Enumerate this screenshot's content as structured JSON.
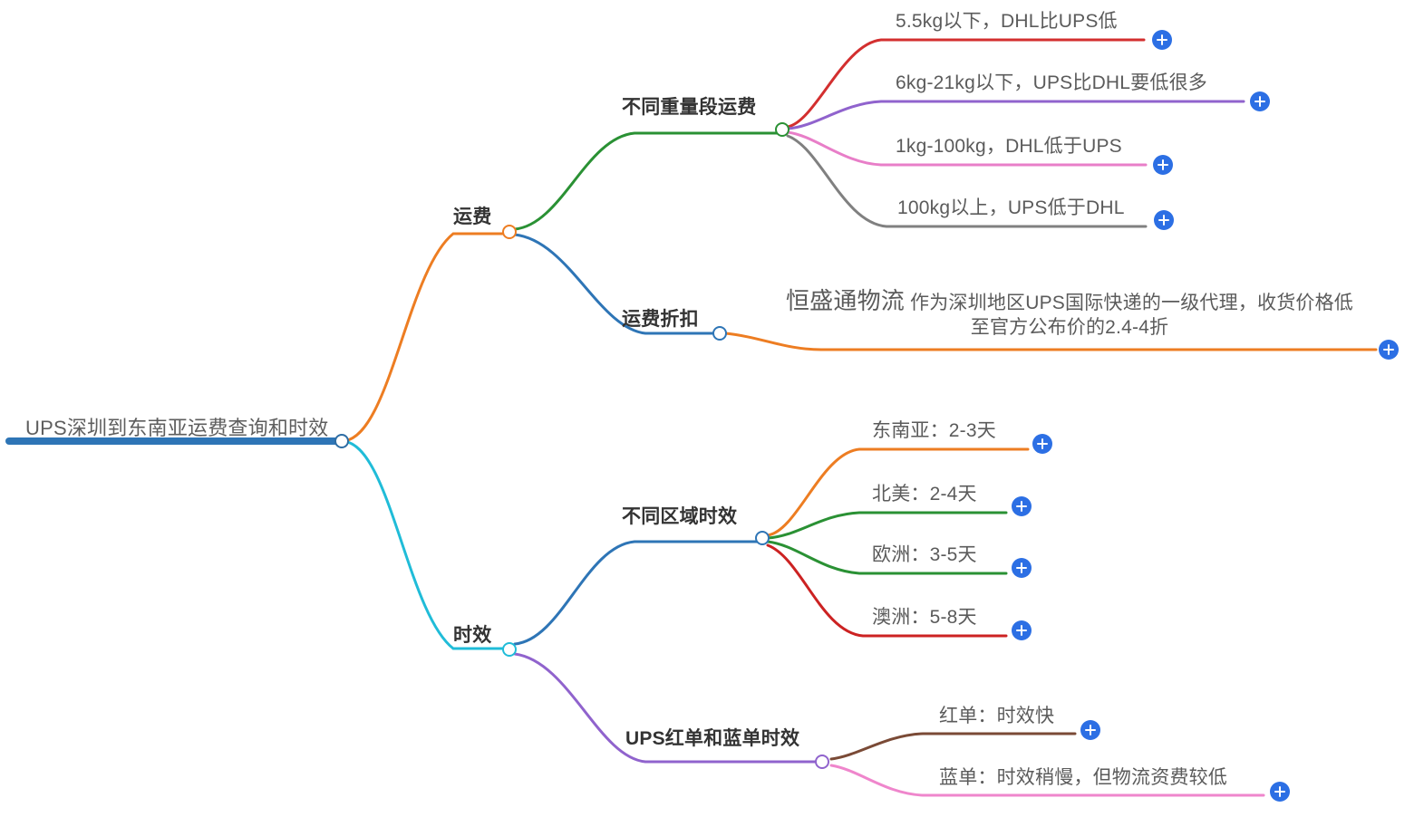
{
  "meta": {
    "background": "#ffffff",
    "plus_color": "#2c6fe4"
  },
  "root": {
    "label": "UPS深圳到东南亚运费查询和时效",
    "bar_color": "#2e75b6",
    "dot_color": "#2e6da4"
  },
  "branches": [
    {
      "label": "运费",
      "line_color": "#ed7d22",
      "dot_color": "#ed7d22",
      "children": [
        {
          "label": "不同重量段运费",
          "line_color": "#2a9134",
          "dot_color": "#2a9134",
          "leaves": [
            {
              "label": "5.5kg以下，DHL比UPS低",
              "line_color": "#d32f2f",
              "plus": "expand-icon"
            },
            {
              "label": "6kg-21kg以下，UPS比DHL要低很多",
              "line_color": "#9063cd",
              "plus": "expand-icon"
            },
            {
              "label": "1kg-100kg，DHL低于UPS",
              "line_color": "#e87ec8",
              "plus": "expand-icon"
            },
            {
              "label": "100kg以上，UPS低于DHL",
              "line_color": "#808080",
              "plus": "expand-icon"
            }
          ]
        },
        {
          "label": "运费折扣",
          "line_color": "#2e75b6",
          "dot_color": "#2e75b6",
          "leaves": [
            {
              "lead": "恒盛通物流",
              "label": " 作为深圳地区UPS国际快递的一级代理，收货价格低至官方公布价的2.4-4折",
              "line_color": "#ed7d22",
              "plus": "expand-icon"
            }
          ]
        }
      ]
    },
    {
      "label": "时效",
      "line_color": "#20bcd8",
      "dot_color": "#20bcd8",
      "children": [
        {
          "label": "不同区域时效",
          "line_color": "#2e75b6",
          "dot_color": "#2e75b6",
          "leaves": [
            {
              "label": "东南亚：2-3天",
              "line_color": "#ed7d22",
              "plus": "expand-icon"
            },
            {
              "label": "北美：2-4天",
              "line_color": "#2a9134",
              "plus": "expand-icon"
            },
            {
              "label": "欧洲：3-5天",
              "line_color": "#2a9134",
              "plus": "expand-icon"
            },
            {
              "label": "澳洲：5-8天",
              "line_color": "#cc2222",
              "plus": "expand-icon"
            }
          ]
        },
        {
          "label": "UPS红单和蓝单时效",
          "line_color": "#9063cd",
          "dot_color": "#9063cd",
          "leaves": [
            {
              "label": "红单：时效快",
              "line_color": "#7a4a36",
              "plus": "expand-icon"
            },
            {
              "label": "蓝单：时效稍慢，但物流资费较低",
              "line_color": "#ef86cc",
              "plus": "expand-icon"
            }
          ]
        }
      ]
    }
  ]
}
